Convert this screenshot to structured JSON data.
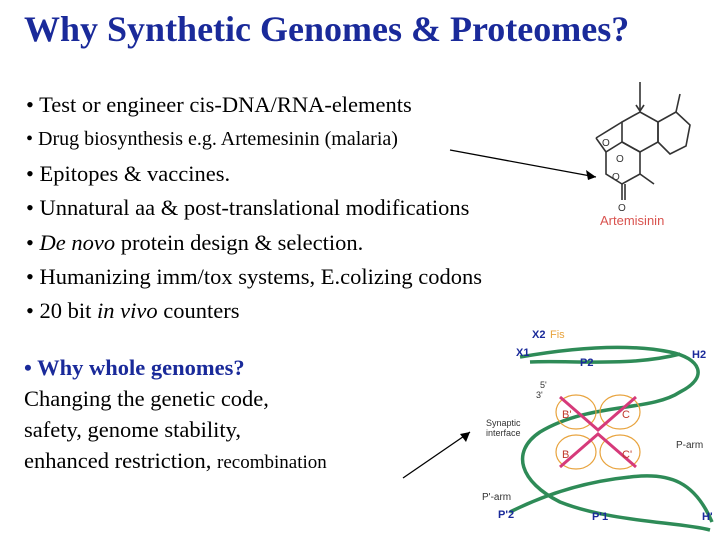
{
  "title": "Why Synthetic Genomes & Proteomes?",
  "bullets": [
    {
      "pre": "• Test or engineer cis-DNA/RNA-elements",
      "em": "",
      "post": ""
    },
    {
      "pre": "• Drug biosynthesis e.g. Artemesinin (malaria)",
      "em": "",
      "post": ""
    },
    {
      "pre": "• Epitopes & vaccines.",
      "em": "",
      "post": ""
    },
    {
      "pre": "• Unnatural aa & post-translational modifications",
      "em": "",
      "post": ""
    },
    {
      "pre": "•  ",
      "em": "De novo",
      "post": " protein design & selection."
    },
    {
      "pre": "•  Humanizing imm/tox systems, E.colizing codons",
      "em": "",
      "post": ""
    },
    {
      "pre": "• 20 bit ",
      "em": "in vivo",
      "post": " counters"
    }
  ],
  "why": {
    "heading": "• Why whole genomes?",
    "line1": "Changing the genetic code,",
    "line2": "safety, genome stability,",
    "line3_main": "enhanced restriction, ",
    "line3_small": "recombination"
  },
  "molecule": {
    "label": "Artemisinin",
    "label_color": "#d9534f"
  },
  "diagram": {
    "labels": {
      "x2": "X2",
      "fis": "Fis",
      "x1": "X1",
      "p2": "P2",
      "h2": "H2",
      "synaptic1": "Synaptic",
      "synaptic2": "interface",
      "b_prime": "B'",
      "c": "C",
      "b": "B",
      "c_prime": "C'",
      "p_arm": "P-arm",
      "p_prime_arm": "P'-arm",
      "p_prime_2": "P'2",
      "p_prime_1": "P'1",
      "h_prime": "H'",
      "five": "5'",
      "three": "3'"
    },
    "colors": {
      "dna": "#2e8b57",
      "label": "#1a2a9a",
      "orange": "#e8a33d",
      "pink": "#d63a7a"
    }
  }
}
